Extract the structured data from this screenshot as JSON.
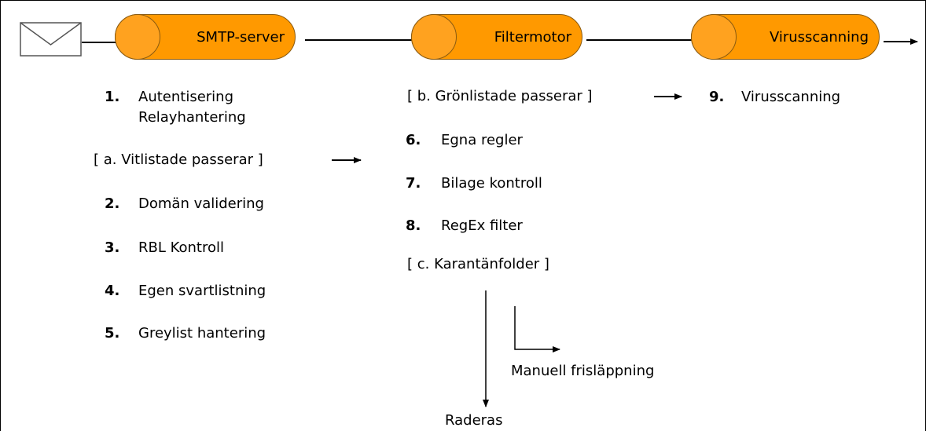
{
  "nodes": {
    "smtp": "SMTP-server",
    "filter": "Filtermotor",
    "virus": "Virusscanning"
  },
  "smtp_steps": [
    {
      "num": "1.",
      "text": "Autentisering"
    },
    {
      "num": "",
      "text": "Relayhantering"
    },
    {
      "num": "",
      "text": "[ a. Vitlistade passerar ]"
    },
    {
      "num": "2.",
      "text": "Domän validering"
    },
    {
      "num": "3.",
      "text": "RBL Kontroll"
    },
    {
      "num": "4.",
      "text": "Egen svartlistning"
    },
    {
      "num": "5.",
      "text": "Greylist hantering"
    }
  ],
  "filter_steps": [
    {
      "num": "",
      "text": "[ b. Grönlistade passerar ]"
    },
    {
      "num": "6.",
      "text": "Egna regler"
    },
    {
      "num": "7.",
      "text": "Bilage kontroll"
    },
    {
      "num": "8.",
      "text": "RegEx filter"
    },
    {
      "num": "",
      "text": "[ c. Karantänfolder ]"
    }
  ],
  "virus_steps": [
    {
      "num": "9.",
      "text": "Virusscanning"
    }
  ],
  "outcomes": {
    "release": "Manuell frisläppning",
    "delete": "Raderas"
  },
  "colors": {
    "node_fill": "#FF9900",
    "line": "#000000"
  },
  "icons": {
    "mail": "envelope-icon"
  }
}
